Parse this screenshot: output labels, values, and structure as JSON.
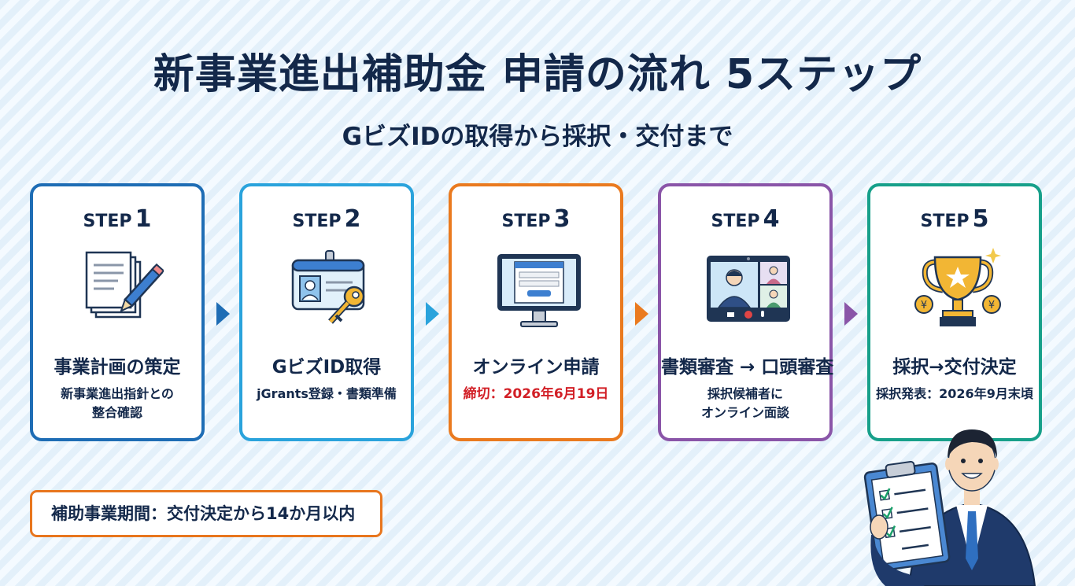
{
  "title": "新事業進出補助金 申請の流れ 5ステップ",
  "subtitle": "GビズIDの取得から採択・交付まで",
  "steps": [
    {
      "label": "STEP",
      "number": "1",
      "title": "事業計画の策定",
      "desc": "新事業進出指針との\n整合確認",
      "color": "#1e6db5",
      "icon": "document-pen-icon"
    },
    {
      "label": "STEP",
      "number": "2",
      "title": "GビズID取得",
      "desc": "jGrants登録・書類準備",
      "color": "#2aa3dc",
      "icon": "id-card-key-icon"
    },
    {
      "label": "STEP",
      "number": "3",
      "title": "オンライン申請",
      "desc": "締切：2026年6月19日",
      "color": "#ea7a1f",
      "icon": "computer-monitor-icon"
    },
    {
      "label": "STEP",
      "number": "4",
      "title": "書類審査 → 口頭審査",
      "desc": "採択候補者に\nオンライン面談",
      "color": "#8a55a8",
      "icon": "video-call-icon"
    },
    {
      "label": "STEP",
      "number": "5",
      "title": "採択→交付決定",
      "desc": "採択発表：2026年9月末頃",
      "color": "#17a08a",
      "icon": "trophy-coins-icon"
    }
  ],
  "period_note": "補助事業期間：交付決定から14か月以内",
  "arrow_colors": [
    "#1e6db5",
    "#2aa3dc",
    "#ea7a1f",
    "#8a55a8"
  ]
}
